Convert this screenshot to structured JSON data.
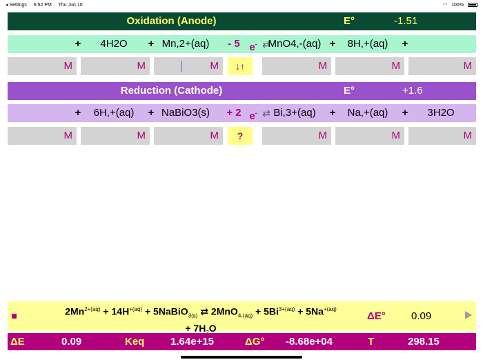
{
  "status_bar": {
    "back_app": "◂ Settings",
    "time": "6:52 PM",
    "date": "Thu Jun 10",
    "battery": "100%"
  },
  "oxidation": {
    "title": "Oxidation (Anode)",
    "e_label": "E°",
    "e_value": "-1.51",
    "reactants": [
      "4H2O",
      "Mn,2+(aq)"
    ],
    "electron_coef": "- 5",
    "electron_symbol": "e",
    "arrow": "⇄",
    "products": [
      "MnO4,-(aq)",
      "8H,+(aq)"
    ],
    "plus": "+",
    "molar_unit": "M",
    "swap_button": "↓↑"
  },
  "reduction": {
    "title": "Reduction (Cathode)",
    "e_label": "E°",
    "e_value": "+1.6",
    "reactants": [
      "6H,+(aq)",
      "NaBiO3(s)"
    ],
    "electron_coef": "+ 2",
    "electron_symbol": "e",
    "arrow": "⇄",
    "products": [
      "Bi,3+(aq)",
      "Na,+(aq)",
      "3H2O"
    ],
    "plus": "+",
    "molar_unit": "M",
    "help_button": "?"
  },
  "overall": {
    "reaction_line1_parts": [
      "2Mn",
      "2+(aq)",
      " + 14H",
      "+(aq)",
      " + 5NaBiO",
      "3(s)",
      " ⇄ 2MnO",
      "4-(aq)",
      " + 5Bi",
      "3+(aq)",
      " + 5Na",
      "+(aq)"
    ],
    "reaction_line2_parts": [
      "+ 7H",
      "2",
      "O"
    ],
    "delta_e0_label": "ΔE°",
    "delta_e0_value": "0.09"
  },
  "footer": {
    "delta_e_label": "ΔE",
    "delta_e_value": "0.09",
    "keq_label": "Keq",
    "keq_value": "1.64e+15",
    "delta_g_label": "ΔG°",
    "delta_g_value": "-8.68e+04",
    "t_label": "T",
    "t_value": "298.15"
  },
  "colors": {
    "oxidation_header": "#0b4a32",
    "oxidation_equation": "#a9f5cf",
    "reduction_header": "#9a52cc",
    "reduction_equation": "#d6b4ef",
    "accent_magenta": "#b3007d",
    "summary_yellow": "#ffff99"
  }
}
